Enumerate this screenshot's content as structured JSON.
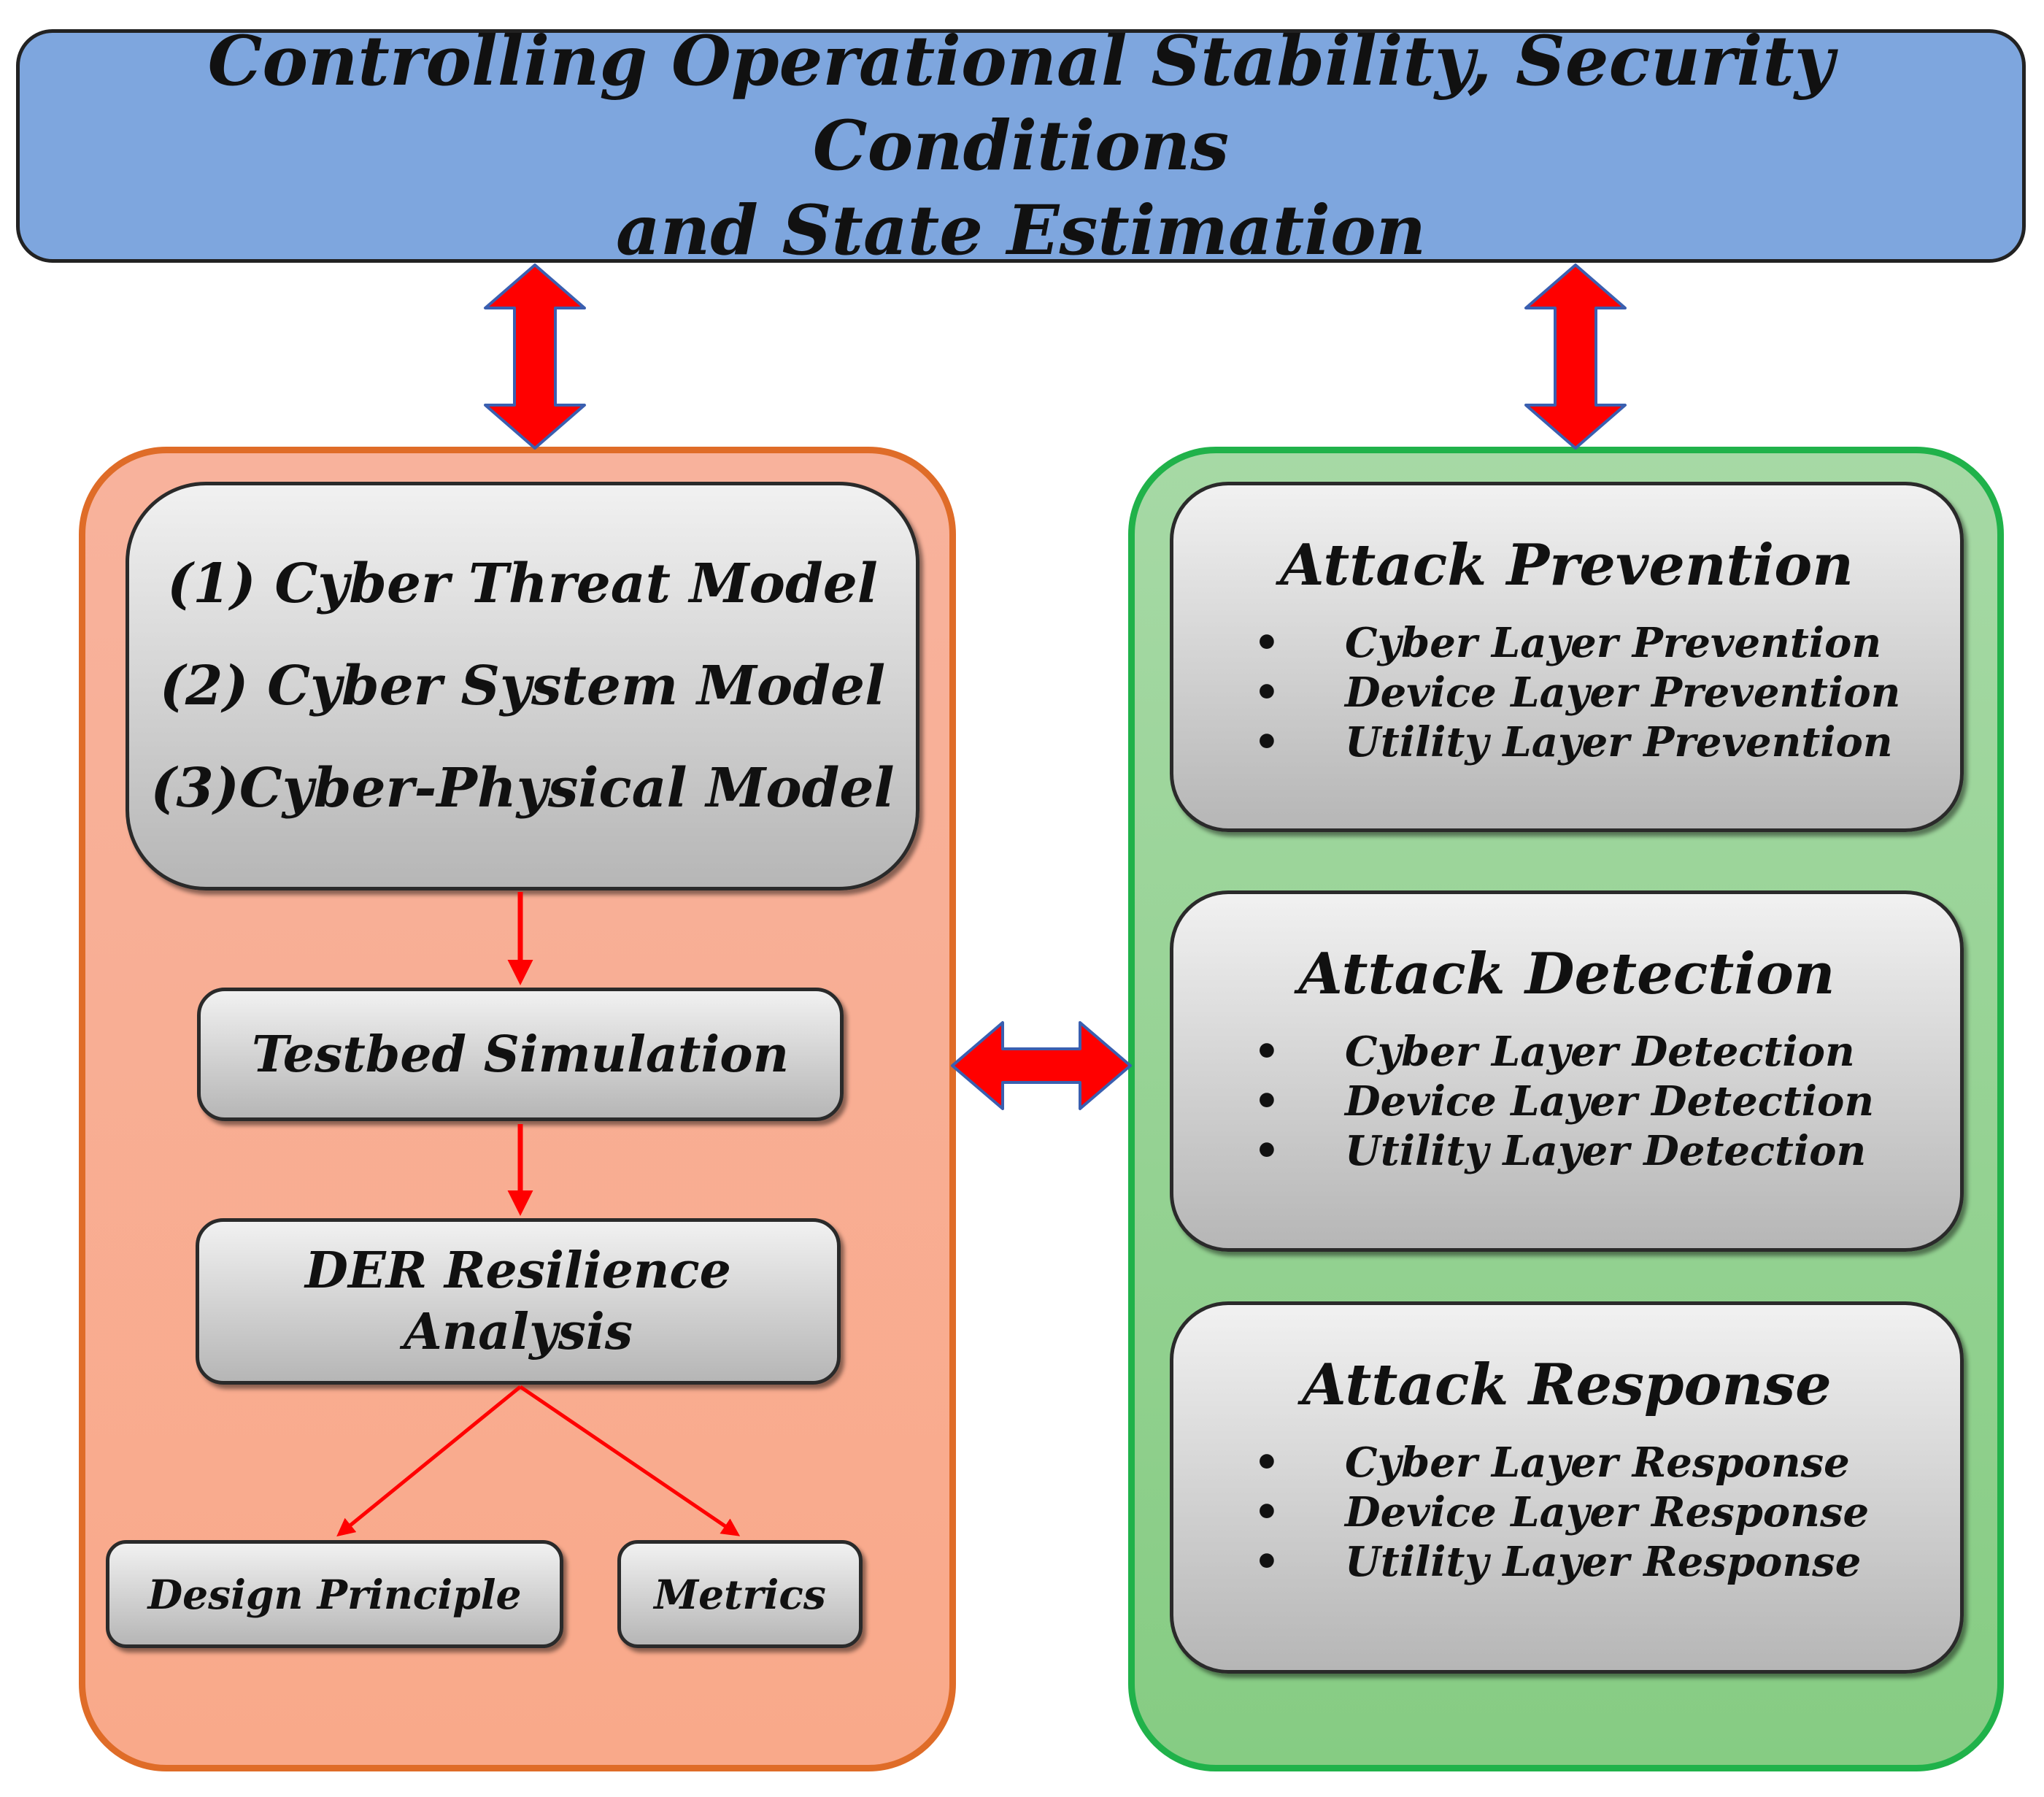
{
  "header": {
    "line1": "Controlling Operational Stability, Security Conditions",
    "line2": "and State Estimation"
  },
  "left_panel": {
    "models": [
      "(1) Cyber Threat Model",
      "(2) Cyber System Model",
      "(3)Cyber-Physical Model"
    ],
    "testbed": "Testbed Simulation",
    "der_line1": "DER Resilience",
    "der_line2": "Analysis",
    "design_principle": "Design Principle",
    "metrics": "Metrics"
  },
  "right_panel": {
    "bullet": "•",
    "prevention": {
      "title": "Attack Prevention",
      "items": [
        "Cyber Layer Prevention",
        "Device Layer Prevention",
        "Utility Layer Prevention"
      ]
    },
    "detection": {
      "title": "Attack Detection",
      "items": [
        "Cyber Layer Detection",
        "Device Layer Detection",
        "Utility Layer Detection"
      ]
    },
    "response": {
      "title": "Attack Response",
      "items": [
        "Cyber Layer Response",
        "Device Layer Response",
        "Utility Layer Response"
      ]
    }
  },
  "colors": {
    "header_fill": "#7ea6de",
    "left_panel_fill": "#f8b29c",
    "left_panel_border": "#df6c28",
    "right_panel_fill": "#a6d9a5",
    "right_panel_border": "#20b24a",
    "arrow_fill": "#ff0000",
    "arrow_outline": "#3a5fb0"
  },
  "icons": [
    "double-arrow-icon",
    "arrow-down-icon"
  ]
}
